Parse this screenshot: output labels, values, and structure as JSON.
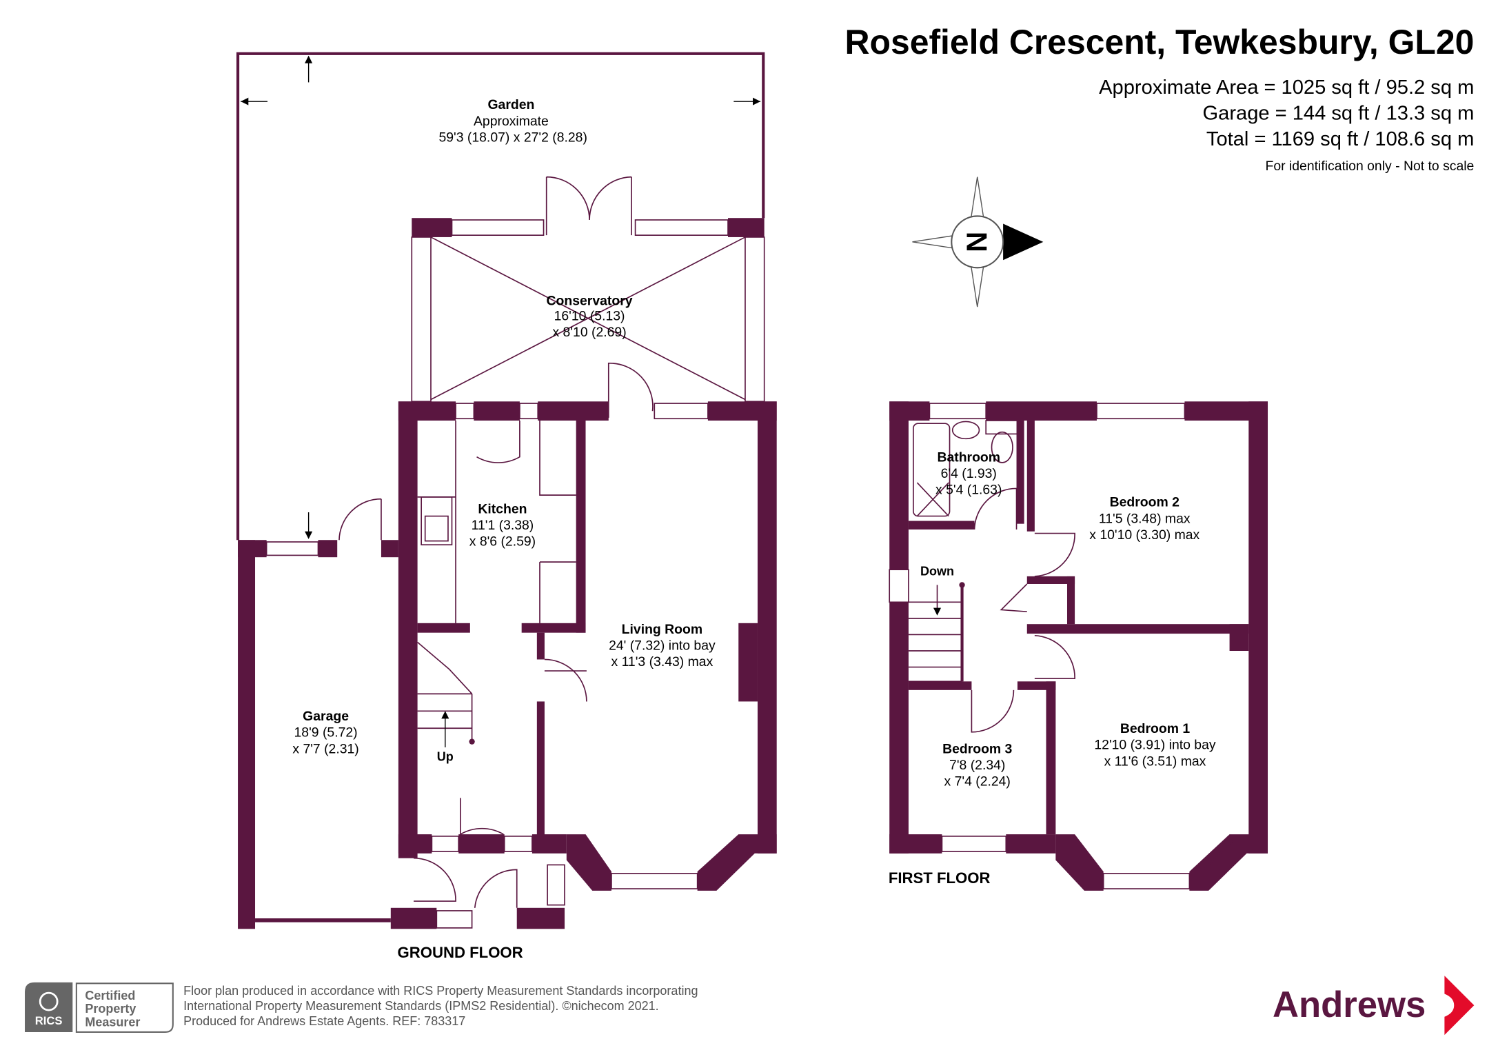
{
  "header": {
    "title": "Rosefield Crescent, Tewkesbury, GL20",
    "area_lines": [
      "Approximate Area = 1025 sq ft / 95.2 sq m",
      "Garage = 144 sq ft / 13.3 sq m",
      "Total = 1169 sq ft / 108.6 sq m"
    ],
    "note": "For identification only - Not to scale"
  },
  "compass": {
    "label": "N"
  },
  "ground_floor": {
    "label": "GROUND FLOOR",
    "rooms": {
      "garden": {
        "name": "Garden",
        "lines": [
          "Approximate",
          "59'3 (18.07) x 27'2 (8.28)"
        ]
      },
      "conservatory": {
        "name": "Conservatory",
        "lines": [
          "16'10 (5.13)",
          "x 8'10 (2.69)"
        ]
      },
      "kitchen": {
        "name": "Kitchen",
        "lines": [
          "11'1 (3.38)",
          "x 8'6 (2.59)"
        ]
      },
      "living": {
        "name": "Living Room",
        "lines": [
          "24' (7.32) into bay",
          "x 11'3 (3.43) max"
        ]
      },
      "garage": {
        "name": "Garage",
        "lines": [
          "18'9 (5.72)",
          "x 7'7 (2.31)"
        ]
      }
    },
    "stairs_label": "Up"
  },
  "first_floor": {
    "label": "FIRST FLOOR",
    "rooms": {
      "bathroom": {
        "name": "Bathroom",
        "lines": [
          "6'4 (1.93)",
          "x 5'4 (1.63)"
        ]
      },
      "bedroom2": {
        "name": "Bedroom 2",
        "lines": [
          "11'5 (3.48) max",
          "x 10'10 (3.30) max"
        ]
      },
      "bedroom1": {
        "name": "Bedroom 1",
        "lines": [
          "12'10 (3.91) into bay",
          "x 11'6 (3.51) max"
        ]
      },
      "bedroom3": {
        "name": "Bedroom 3",
        "lines": [
          "7'8 (2.34)",
          "x 7'4 (2.24)"
        ]
      }
    },
    "stairs_label": "Down"
  },
  "footer": {
    "badge": {
      "org": "RICS",
      "lines": [
        "Certified",
        "Property",
        "Measurer"
      ]
    },
    "disclaimer": [
      "Floor plan produced in accordance with RICS Property Measurement Standards incorporating",
      "International Property Measurement Standards (IPMS2 Residential).   ©nichecom 2021.",
      "Produced for Andrews Estate Agents.   REF:   783317"
    ],
    "logo": "Andrews"
  },
  "colors": {
    "wall": "#5a1640",
    "logo_red": "#e30b2a"
  }
}
